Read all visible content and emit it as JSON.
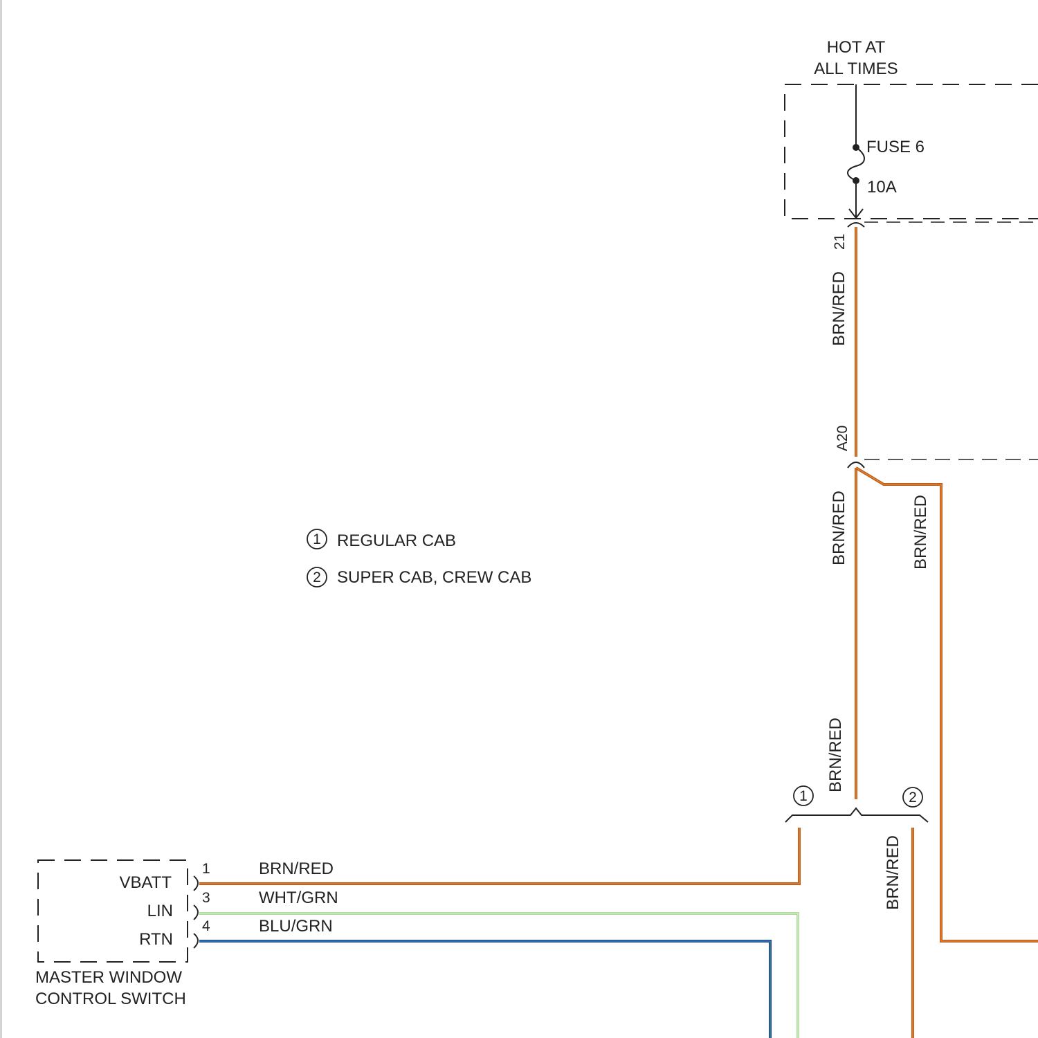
{
  "power_source": {
    "title_line1": "HOT AT",
    "title_line2": "ALL TIMES",
    "fuse_name": "FUSE 6",
    "fuse_rating": "10A"
  },
  "connectors": {
    "top_pin": "21",
    "mid_pin": "A20"
  },
  "wires": {
    "main_vertical_upper": "BRN/RED",
    "main_vertical_mid": "BRN/RED",
    "branch_right": "BRN/RED",
    "main_vertical_lower": "BRN/RED",
    "option2_vertical": "BRN/RED"
  },
  "legend": [
    {
      "num": "1",
      "label": "REGULAR CAB"
    },
    {
      "num": "2",
      "label": "SUPER CAB, CREW CAB"
    }
  ],
  "split_markers": {
    "left": "1",
    "right": "2"
  },
  "switch": {
    "name_line1": "MASTER WINDOW",
    "name_line2": "CONTROL SWITCH",
    "pins": [
      {
        "label": "VBATT",
        "pin": "1",
        "wire": "BRN/RED"
      },
      {
        "label": "LIN",
        "pin": "3",
        "wire": "WHT/GRN"
      },
      {
        "label": "RTN",
        "pin": "4",
        "wire": "BLU/GRN"
      }
    ]
  },
  "colors": {
    "brn_red": "#c05a14",
    "brn_red_stripe": "#e08a3c",
    "wht_grn": "#8fce7a",
    "blu_grn": "#1f3fb0",
    "line": "#222222"
  }
}
